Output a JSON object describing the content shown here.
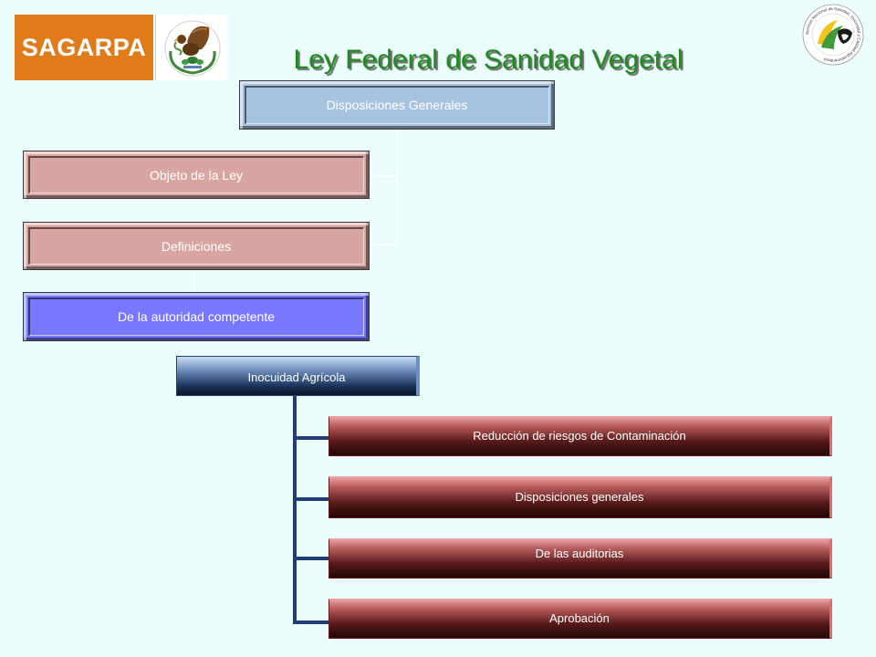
{
  "header": {
    "logo_text": "SAGARPA",
    "title": "Ley Federal de Sanidad Vegetal",
    "seal_text": "Servicio Nacional de Sanidad, Inocuidad y Calidad Agroalimentaria",
    "coat_of_arms_icon": "mexican-coat-of-arms",
    "seal_icon": "senasica-seal"
  },
  "colors": {
    "background": "#ebfdfd",
    "logo_orange": "#e07b1a",
    "title_green": "#1e8c1e",
    "root_box": "#a7c3e2",
    "pink_box": "#d9a5a2",
    "authority_box": "#7878ff",
    "section_box_dark": "#0a1628",
    "child_box_red": "#b85c5c",
    "connector_blue": "#1f3e77"
  },
  "diagram": {
    "root": "Disposiciones Generales",
    "root_children": [
      "Objeto de la Ley",
      "Definiciones"
    ],
    "authority": "De la autoridad competente",
    "section": "Inocuidad Agrícola",
    "section_children": [
      "Reducción de riesgos de Contaminación",
      "Disposiciones generales",
      "De las auditorias",
      "Aprobación"
    ]
  }
}
